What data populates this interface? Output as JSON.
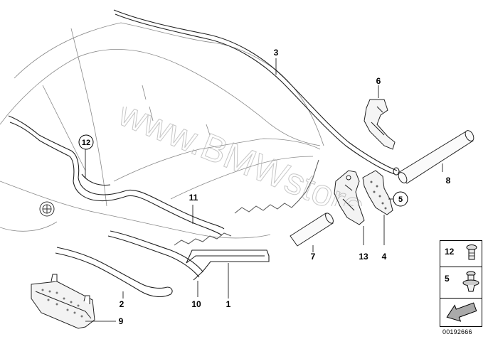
{
  "callouts": {
    "c1": "1",
    "c2": "2",
    "c3": "3",
    "c4": "4",
    "c5": "5",
    "c6": "6",
    "c7": "7",
    "c8": "8",
    "c9": "9",
    "c10": "10",
    "c11": "11",
    "c12": "12",
    "c13": "13"
  },
  "legend": {
    "item_a": "12",
    "item_b": "5"
  },
  "diagram_id": "00192666",
  "watermark": "www.BMWstore.pl"
}
